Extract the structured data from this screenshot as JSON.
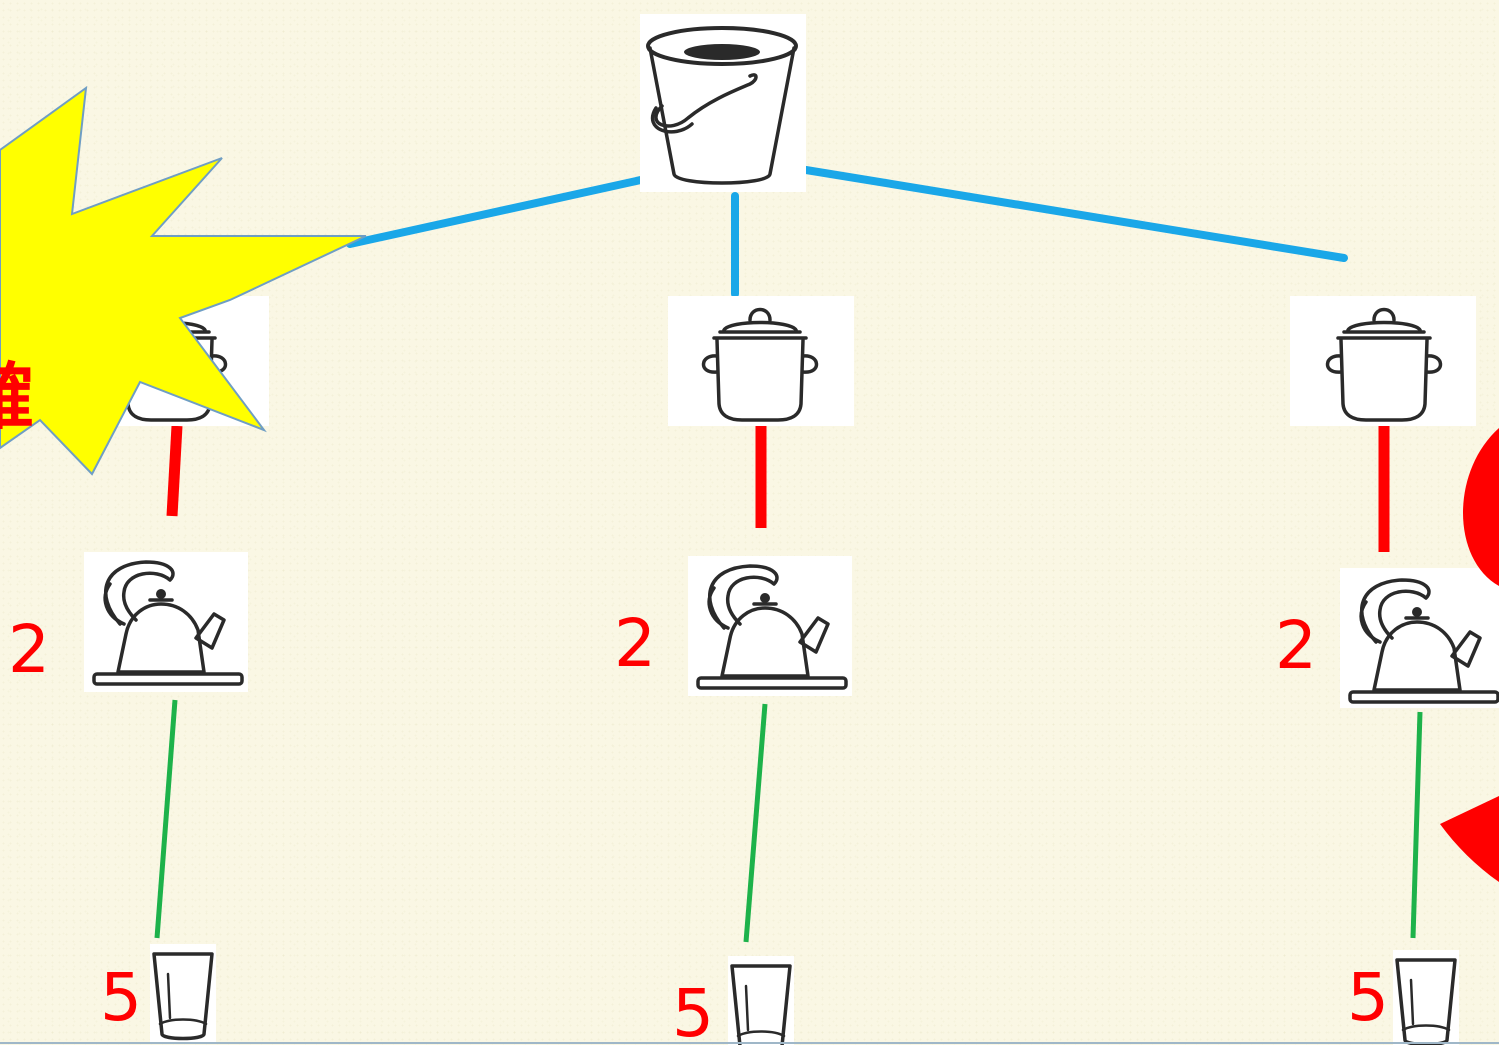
{
  "tree": {
    "root": {
      "icon": "bucket-icon"
    },
    "branches": [
      {
        "level1_icon": "pot-icon",
        "level2_icon": "kettle-icon",
        "level2_count": "2",
        "level3_icon": "glass-icon",
        "level3_count": "5"
      },
      {
        "level1_icon": "pot-icon",
        "level2_icon": "kettle-icon",
        "level2_count": "2",
        "level3_icon": "glass-icon",
        "level3_count": "5"
      },
      {
        "level1_icon": "pot-icon",
        "level2_icon": "kettle-icon",
        "level2_count": "2",
        "level3_icon": "glass-icon",
        "level3_count": "5"
      }
    ]
  },
  "callout": {
    "text": "確"
  },
  "colors": {
    "level1_edges": "#1aa7e8",
    "level2_edges": "#ff0000",
    "level3_edges": "#1db24a",
    "count_labels": "#ff0000",
    "burst_fill": "#ffff00",
    "burst_outline": "#6f9ec4"
  }
}
